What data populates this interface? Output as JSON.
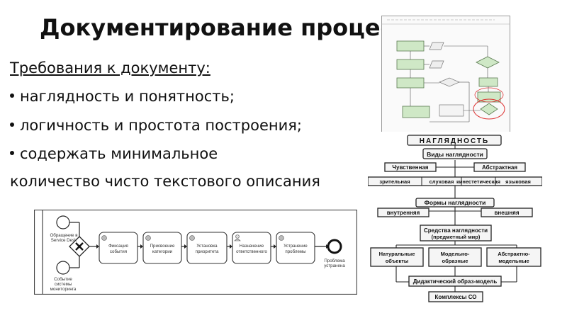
{
  "slide": {
    "title": "Документирование процессов",
    "requirements_heading": "Требования к документу:",
    "bullets": [
      "наглядность и понятность;",
      "логичность и простота построения;",
      "содержать минимальное"
    ],
    "continuation": "количество чисто текстового описания"
  },
  "naglyadnost": {
    "header": "НАГЛЯДНОСТЬ",
    "types": "Виды наглядности",
    "concrete": "Чувственная",
    "abstract": "Абстрактная",
    "sub": [
      "зрительная",
      "слуховая",
      "кинестетическая",
      "языковая"
    ],
    "forms": "Формы наглядности",
    "internal": "внутренняя",
    "external": "внешняя",
    "means": "Средства наглядности",
    "means_sub": "(предметный мир)",
    "kinds": [
      "Натуральные объекты",
      "Модельно-образные",
      "Абстрактно-модельные"
    ],
    "kinds_l1": [
      "Натуральные",
      "Модельно-",
      "Абстрактно-"
    ],
    "kinds_l2": [
      "объекты",
      "образные",
      "модельные"
    ],
    "didactic": "Дидактический образ-модель",
    "complex": "Комплексы СО"
  },
  "bpmn": {
    "start1": "Обращение в Service Desk",
    "start1_l1": "Обращение в",
    "start1_l2": "Service Desk",
    "start2": "Событие системы мониторинга",
    "start2_l1": "Событие",
    "start2_l2": "системы",
    "start2_l3": "мониторинга",
    "tasks": [
      {
        "l1": "Фиксация",
        "l2": "события"
      },
      {
        "l1": "Присвоение",
        "l2": "категории"
      },
      {
        "l1": "Установка",
        "l2": "приоритета"
      },
      {
        "l1": "Назначение",
        "l2": "ответственного"
      },
      {
        "l1": "Устранение",
        "l2": "проблемы"
      }
    ],
    "end_l1": "Проблема",
    "end_l2": "устранена"
  }
}
